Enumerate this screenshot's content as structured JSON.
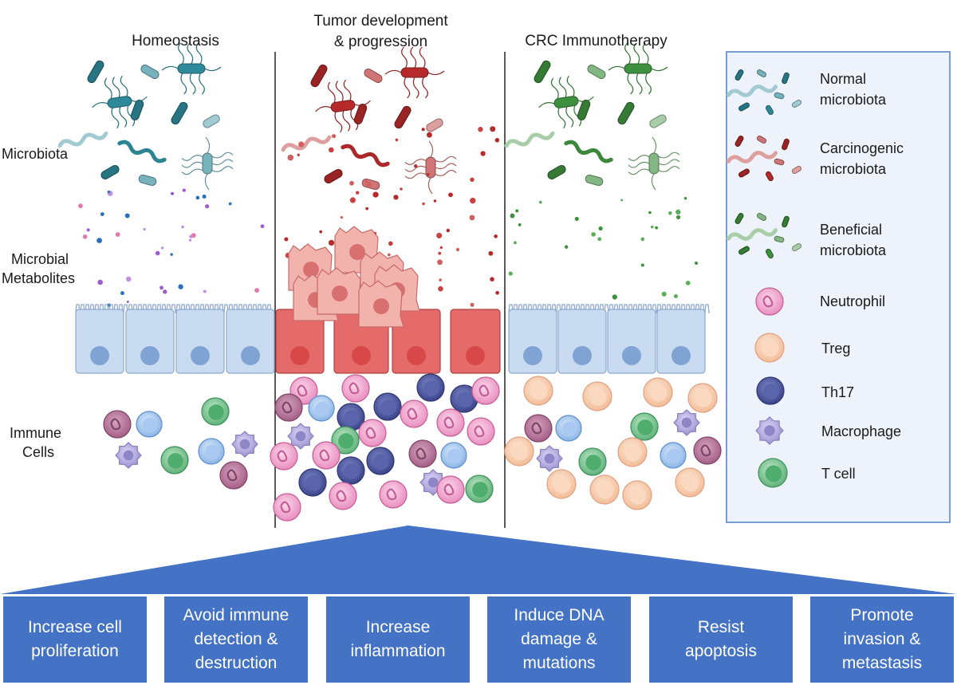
{
  "headers": {
    "homeostasis": "Homeostasis",
    "tumor_line1": "Tumor development",
    "tumor_line2": "& progression",
    "immunotherapy": "CRC Immunotherapy"
  },
  "row_labels": {
    "microbiota": "Microbiota",
    "metabolites_line1": "Microbial",
    "metabolites_line2": "Metabolites",
    "immune_line1": "Immune",
    "immune_line2": "Cells"
  },
  "legend": {
    "normal_line1": "Normal",
    "normal_line2": "microbiota",
    "carcinogenic_line1": "Carcinogenic",
    "carcinogenic_line2": "microbiota",
    "beneficial_line1": "Beneficial",
    "beneficial_line2": "microbiota",
    "neutrophil": "Neutrophil",
    "treg": "Treg",
    "th17": "Th17",
    "macrophage": "Macrophage",
    "tcell": "T cell"
  },
  "hallmarks": [
    {
      "line1": "Increase cell",
      "line2": "proliferation",
      "line3": ""
    },
    {
      "line1": "Avoid immune",
      "line2": "detection &",
      "line3": "destruction"
    },
    {
      "line1": "Increase",
      "line2": "inflammation",
      "line3": ""
    },
    {
      "line1": "Induce DNA",
      "line2": "damage &",
      "line3": "mutations"
    },
    {
      "line1": "Resist",
      "line2": "apoptosis",
      "line3": ""
    },
    {
      "line1": "Promote",
      "line2": "invasion &",
      "line3": "metastasis"
    }
  ],
  "colors": {
    "normal": "#2e8a9a",
    "carcinogenic": "#b52a2a",
    "beneficial": "#3e8f3e",
    "banner": "#4472c4",
    "epithelium_normal": "#c9dbf0",
    "epithelium_tumor": "#e56b6b",
    "neutrophil": "#f3a6cf",
    "treg": "#fbd5b8",
    "th17": "#5560a8",
    "macrophage": "#b8b0e0",
    "tcell": "#6fc58a",
    "bcell": "#a8c8f0"
  }
}
